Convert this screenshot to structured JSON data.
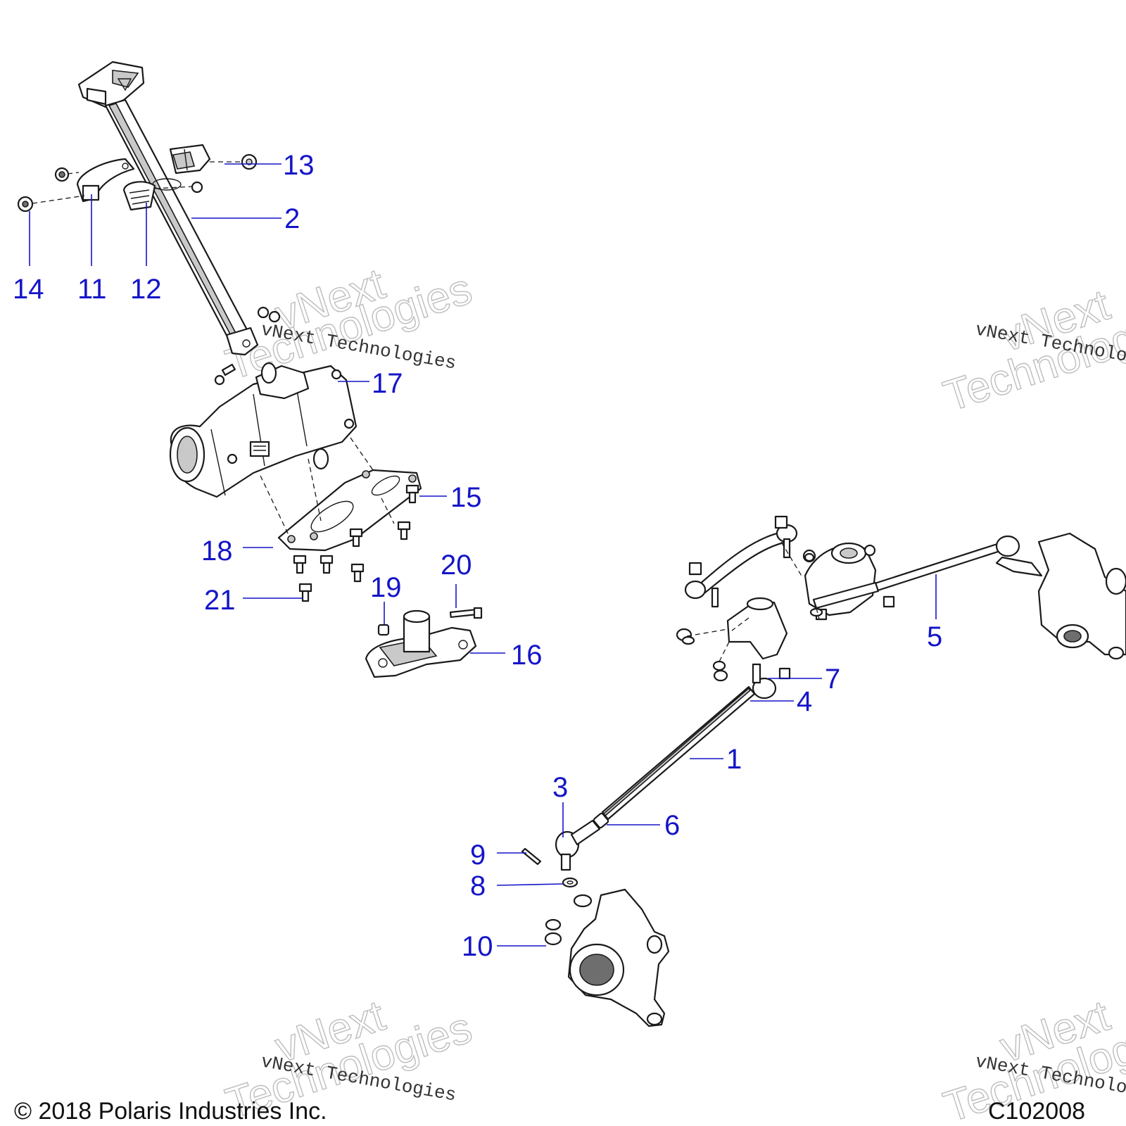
{
  "diagram": {
    "callouts": [
      {
        "id": "c1",
        "label": "1"
      },
      {
        "id": "c2",
        "label": "2"
      },
      {
        "id": "c3",
        "label": "3"
      },
      {
        "id": "c4",
        "label": "4"
      },
      {
        "id": "c5",
        "label": "5"
      },
      {
        "id": "c6",
        "label": "6"
      },
      {
        "id": "c7",
        "label": "7"
      },
      {
        "id": "c8",
        "label": "8"
      },
      {
        "id": "c9",
        "label": "9"
      },
      {
        "id": "c10",
        "label": "10"
      },
      {
        "id": "c11",
        "label": "11"
      },
      {
        "id": "c12",
        "label": "12"
      },
      {
        "id": "c13",
        "label": "13"
      },
      {
        "id": "c14",
        "label": "14"
      },
      {
        "id": "c15",
        "label": "15"
      },
      {
        "id": "c16",
        "label": "16"
      },
      {
        "id": "c17",
        "label": "17"
      },
      {
        "id": "c18",
        "label": "18"
      },
      {
        "id": "c19",
        "label": "19"
      },
      {
        "id": "c20",
        "label": "20"
      },
      {
        "id": "c21",
        "label": "21"
      }
    ],
    "callout_color": "#1515c8",
    "line_color": "#1a1a1a"
  },
  "footer": {
    "copyright": "© 2018 Polaris Industries Inc.",
    "drawing_number": "C102008"
  },
  "watermark": {
    "line1": "vNext Technologies",
    "line2_a": "vNext",
    "line2_b": "Technologies"
  }
}
